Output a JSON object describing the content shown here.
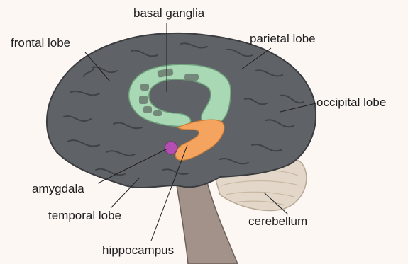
{
  "labels": {
    "basal_ganglia": "basal ganglia",
    "frontal_lobe": "frontal lobe",
    "parietal_lobe": "parietal lobe",
    "occipital_lobe": "occipital lobe",
    "amygdala": "amygdala",
    "temporal_lobe": "temporal lobe",
    "cerebellum": "cerebellum",
    "hippocampus": "hippocampus"
  },
  "colors": {
    "background": "#fdf7f4",
    "cortex": "#5f6266",
    "cortex_folds": "#3f4246",
    "basal_ganglia": "#a9d9b4",
    "hippocampus": "#f4a45e",
    "amygdala": "#b34fb0",
    "cerebellum": "#e2d7c8",
    "brainstem": "#a3928a"
  }
}
